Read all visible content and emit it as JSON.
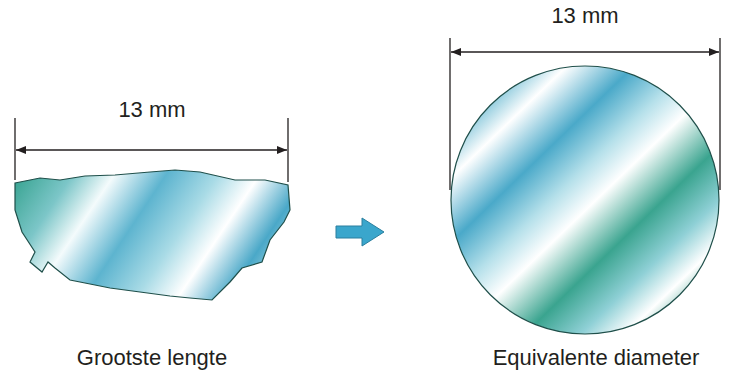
{
  "diagram": {
    "labels": [
      "13 mm",
      "Grootste lengte",
      "13 mm",
      "Equivalente diameter"
    ]
  }
}
